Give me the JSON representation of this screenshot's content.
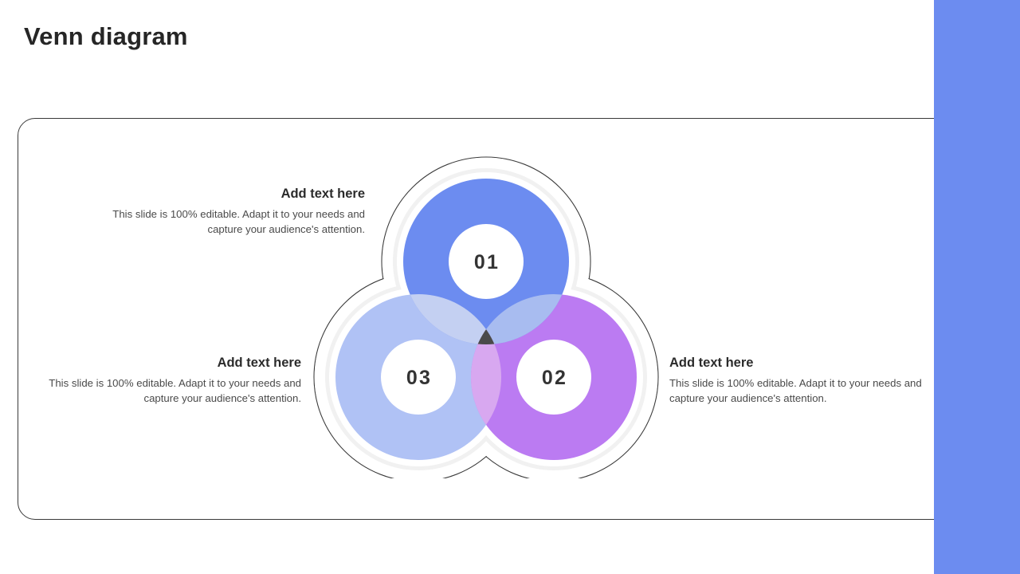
{
  "slide": {
    "title": "Venn diagram",
    "accent_color": "#6c8cf0",
    "card_border_color": "#3a3a3a",
    "background": "#ffffff"
  },
  "diagram": {
    "type": "venn",
    "set_count": 3,
    "segments": [
      {
        "id": "01",
        "number": "01",
        "position": "top",
        "color": "#6c8cf0",
        "heading": "Add text here",
        "body": "This slide is 100% editable. Adapt it to your needs and capture your audience's attention."
      },
      {
        "id": "02",
        "number": "02",
        "position": "bottom-right",
        "color": "#bb7bf2",
        "heading": "Add text here",
        "body": "This slide is 100% editable. Adapt it to your needs and capture your audience's attention."
      },
      {
        "id": "03",
        "number": "03",
        "position": "bottom-left",
        "color": "#b0c2f5",
        "heading": "Add text here",
        "body": "This slide is 100% editable. Adapt it to your needs and capture your audience's attention."
      }
    ],
    "overlaps": {
      "one_three": "#c4d0f2",
      "one_two": "#a8bcf0",
      "two_three": "#d8a8f0",
      "center": "#4a4a4a"
    },
    "ring_color": "#f1f1f1",
    "outline_color": "#3a3a3a",
    "inner_circle_fill": "#ffffff",
    "number_color": "#333333"
  }
}
